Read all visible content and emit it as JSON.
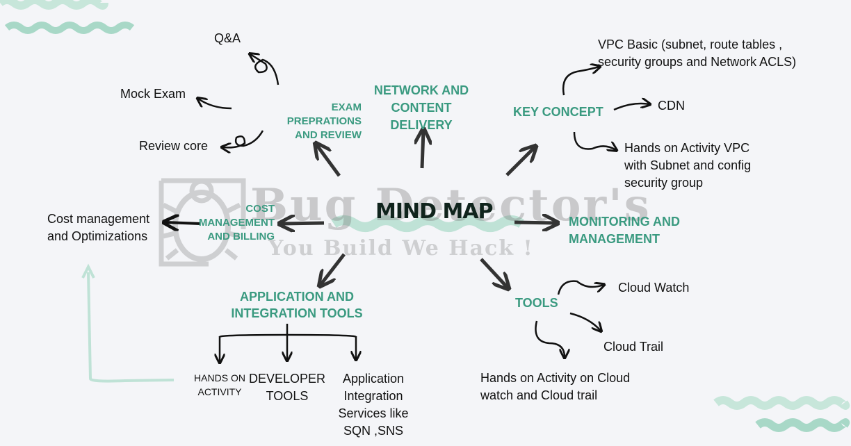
{
  "center": "MIND MAP",
  "watermark": {
    "title": "Bug Detector's",
    "tagline": "You Build We Hack !"
  },
  "branches": {
    "exam": "EXAM PREPRATIONS\nAND REVIEW",
    "network": "NETWORK AND\nCONTENT\nDELIVERY",
    "key_concept": "KEY CONCEPT",
    "cost": "COST\nMANAGEMENT\nAND BILLING",
    "monitoring": "MONITORING AND\nMANAGEMENT",
    "app_integration": "APPLICATION AND\nINTEGRATION TOOLS",
    "tools": "TOOLS"
  },
  "leaves": {
    "qa": "Q&A",
    "mock_exam": "Mock Exam",
    "review_core": "Review core",
    "vpc_basic": "VPC Basic (subnet, route tables ,\nsecurity groups and Network ACLS)",
    "cdn": "CDN",
    "hands_on_vpc": "Hands on Activity VPC\nwith Subnet and config\nsecurity group",
    "cost_mgmt": "Cost management\nand Optimizations",
    "hands_on_activity": "HANDS ON\nACTIVITY",
    "developer_tools": "DEVELOPER\nTOOLS",
    "app_services": "Application\nIntegration\nServices like\nSQN ,SNS",
    "cloud_watch": "Cloud Watch",
    "cloud_trail": "Cloud Trail",
    "hands_on_cloud": "Hands on Activity on Cloud\nwatch and Cloud trail"
  },
  "colors": {
    "accent": "#3a9a80",
    "wave": "#b9e0d3",
    "arrow": "#333333",
    "ink": "#111111"
  }
}
